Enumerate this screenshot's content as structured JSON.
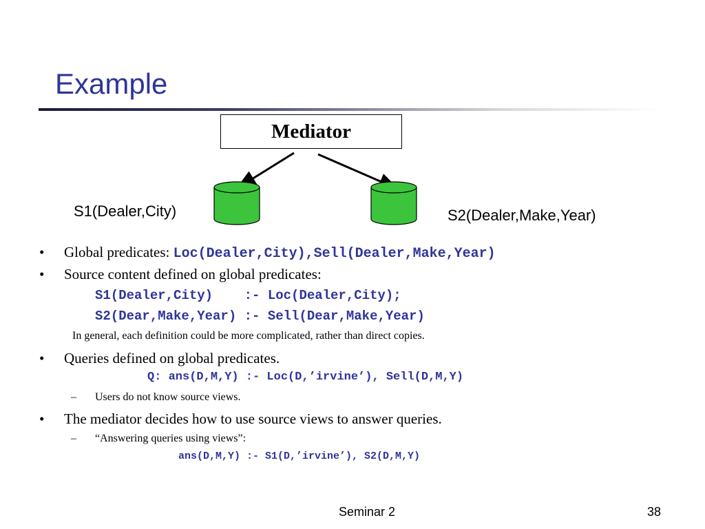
{
  "slide": {
    "title": "Example",
    "footer_center": "Seminar 2",
    "page_number": "38"
  },
  "diagram": {
    "mediator_label": "Mediator",
    "source1_label": "S1(Dealer,City)",
    "source2_label": "S2(Dealer,Make,Year)",
    "cylinder_color": "#3cc43c"
  },
  "bullets": {
    "b1_text": "Global predicates: ",
    "b1_code": "Loc(Dealer,City),Sell(Dealer,Make,Year)",
    "b2_text": "Source content defined on global predicates:",
    "b2_code_line1": "S1(Dealer,City)    :- Loc(Dealer,City);",
    "b2_code_line2": "S2(Dear,Make,Year) :- Sell(Dear,Make,Year)",
    "b2_note": "In general, each definition could be more complicated, rather than direct copies.",
    "b3_text": "Queries defined on global predicates.",
    "b3_code": "Q: ans(D,M,Y) :- Loc(D,’irvine’), Sell(D,M,Y)",
    "b3_sub": "Users do not know source views.",
    "b4_text": "The mediator decides how to use source views to answer queries.",
    "b4_sub": "“Answering queries using views”:",
    "b4_code": "ans(D,M,Y) :- S1(D,’irvine’), S2(D,M,Y)"
  },
  "symbols": {
    "bullet": "•",
    "dash": "–"
  },
  "colors": {
    "title": "#2f3597",
    "code": "#2f3597"
  }
}
